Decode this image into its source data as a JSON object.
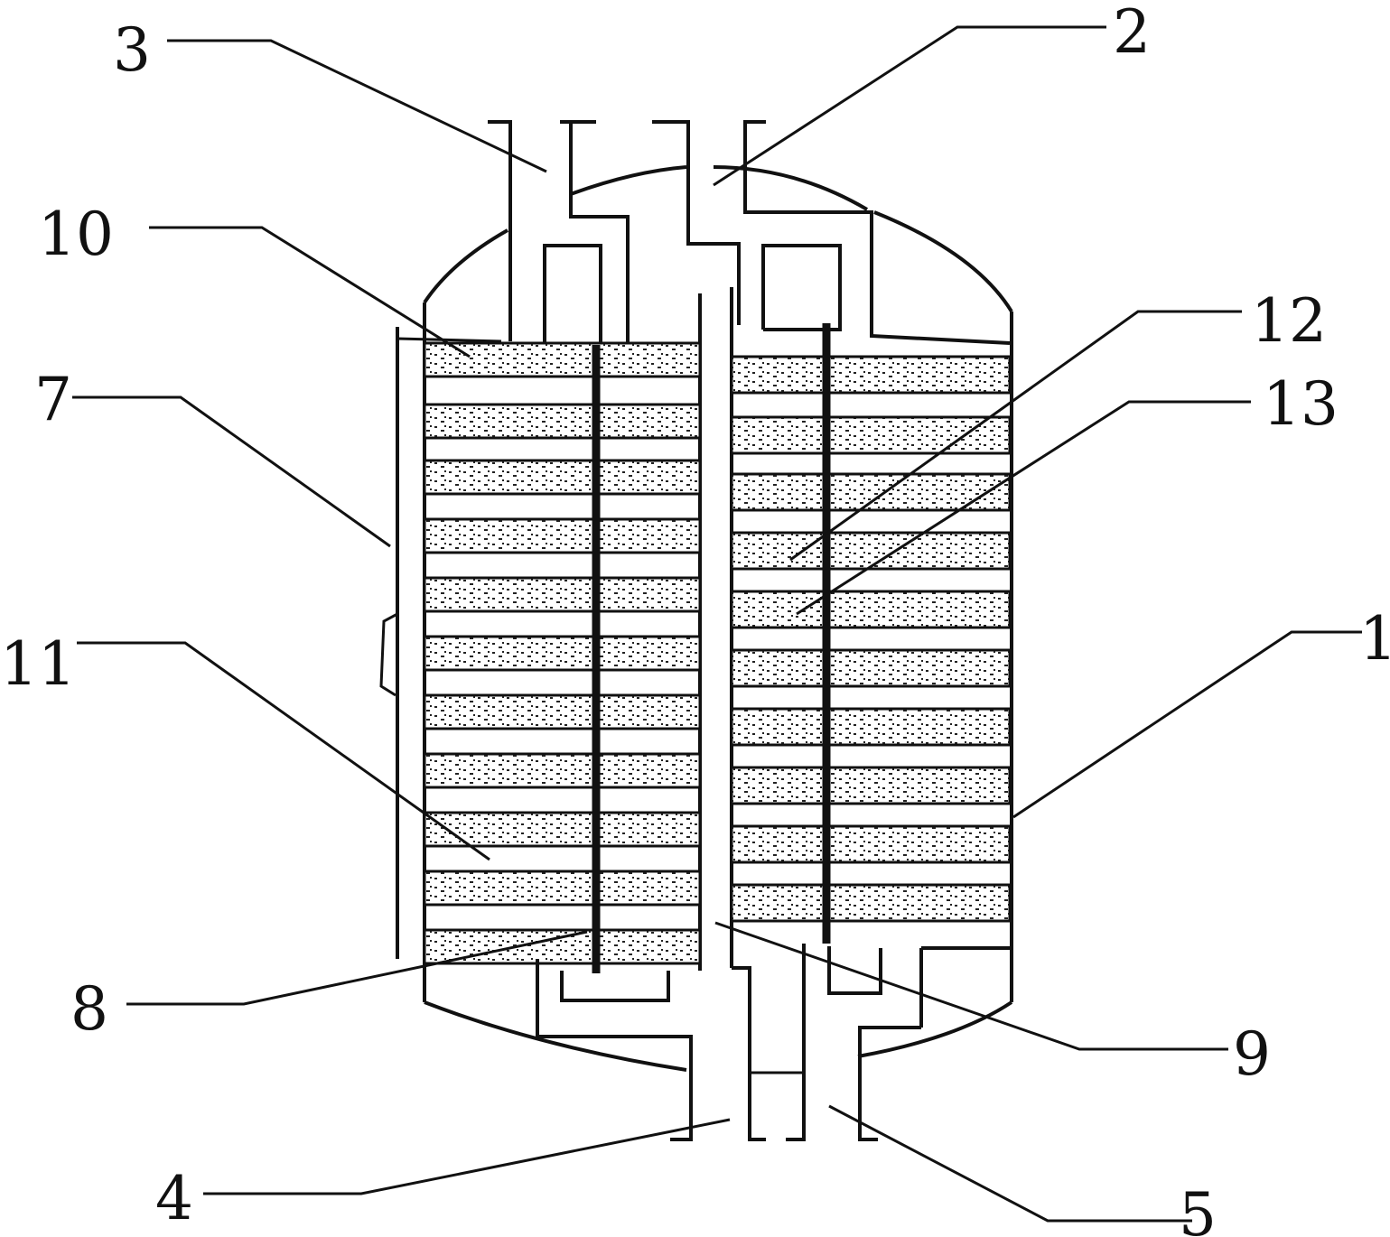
{
  "diagram": {
    "colors": {
      "ink": "#111111",
      "paper": "#ffffff",
      "dots": "#222222"
    },
    "callouts": [
      {
        "id": "3",
        "text": "3"
      },
      {
        "id": "2",
        "text": "2"
      },
      {
        "id": "10",
        "text": "10"
      },
      {
        "id": "12",
        "text": "12"
      },
      {
        "id": "13",
        "text": "13"
      },
      {
        "id": "7",
        "text": "7"
      },
      {
        "id": "11",
        "text": "11"
      },
      {
        "id": "1",
        "text": "1"
      },
      {
        "id": "8",
        "text": "8"
      },
      {
        "id": "9",
        "text": "9"
      },
      {
        "id": "4",
        "text": "4"
      },
      {
        "id": "5",
        "text": "5"
      }
    ]
  }
}
